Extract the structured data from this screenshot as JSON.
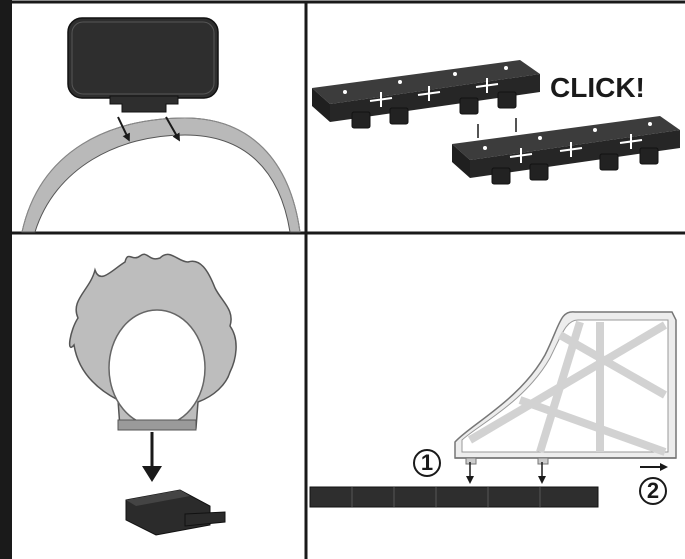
{
  "panels": {
    "top_left": {
      "kind": "headboard-on-arch"
    },
    "top_right": {
      "kind": "plates-click",
      "label": "CLICK!"
    },
    "bottom_left": {
      "kind": "flame-hoop-on-base"
    },
    "bottom_right": {
      "kind": "ramp-on-rail",
      "steps": [
        "1",
        "2"
      ]
    }
  },
  "colors": {
    "border": "#1a1a1a",
    "part_dark": "#2b2b2b",
    "part_grey": "#b4b4b4",
    "part_light": "#e6e6e6"
  }
}
